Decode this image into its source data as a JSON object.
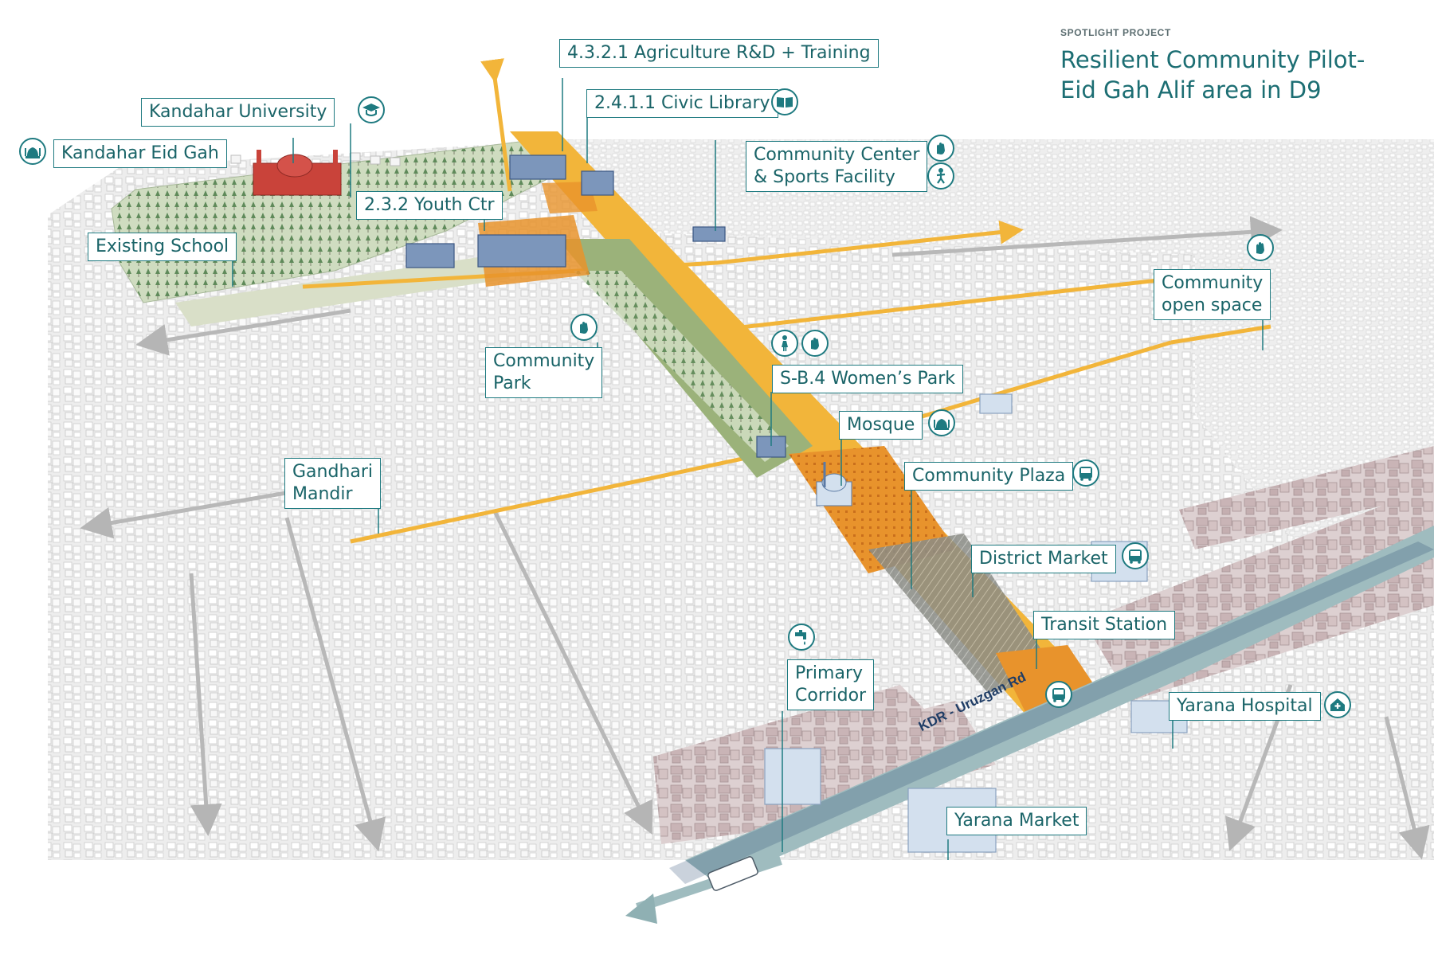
{
  "header": {
    "kicker": "SPOTLIGHT PROJECT",
    "title_line1": "Resilient Community Pilot-",
    "title_line2": "Eid Gah Alif area in D9"
  },
  "callouts": {
    "agriculture": "4.3.2.1 Agriculture R&D + Training",
    "library": "2.4.1.1 Civic Library",
    "university": "Kandahar University",
    "eidgah": "Kandahar Eid Gah",
    "community_center_1": "Community Center",
    "community_center_2": "& Sports Facility",
    "youth": "2.3.2 Youth Ctr",
    "school": "Existing School",
    "open_space_1": "Community",
    "open_space_2": "open space",
    "park_1": "Community",
    "park_2": "Park",
    "womens_park": "S-B.4 Women’s Park",
    "mosque": "Mosque",
    "mandir_1": "Gandhari",
    "mandir_2": "Mandir",
    "plaza": "Community Plaza",
    "market": "District Market",
    "transit": "Transit Station",
    "corridor_1": "Primary",
    "corridor_2": "Corridor",
    "hospital": "Yarana Hospital",
    "yarana_market": "Yarana Market"
  },
  "road_label": "KDR - Uruzgan Rd",
  "icons": {
    "university": "graduation-cap-icon",
    "eidgah": "mosque-icon",
    "library": "book-icon",
    "community_center": "hand-icon",
    "sports": "sports-person-icon",
    "open_space": "hand-icon",
    "park": "hand-icon",
    "womens_park_a": "woman-icon",
    "womens_park_b": "hand-icon",
    "mosque": "mosque-icon",
    "plaza": "bus-icon",
    "market": "bus-icon",
    "transit": "bus-icon",
    "corridor": "water-tap-icon",
    "hospital": "hospital-house-icon"
  },
  "colors": {
    "callout_teal": "#1e7a80",
    "corridor_yellow": "#f2b53a",
    "plaza_orange": "#e8932c",
    "park_green": "#9bb27a",
    "buildings_gray": "#e6e6e6",
    "commercial_mauve": "#c9b4b6",
    "road_teal": "#9fbcbf"
  }
}
